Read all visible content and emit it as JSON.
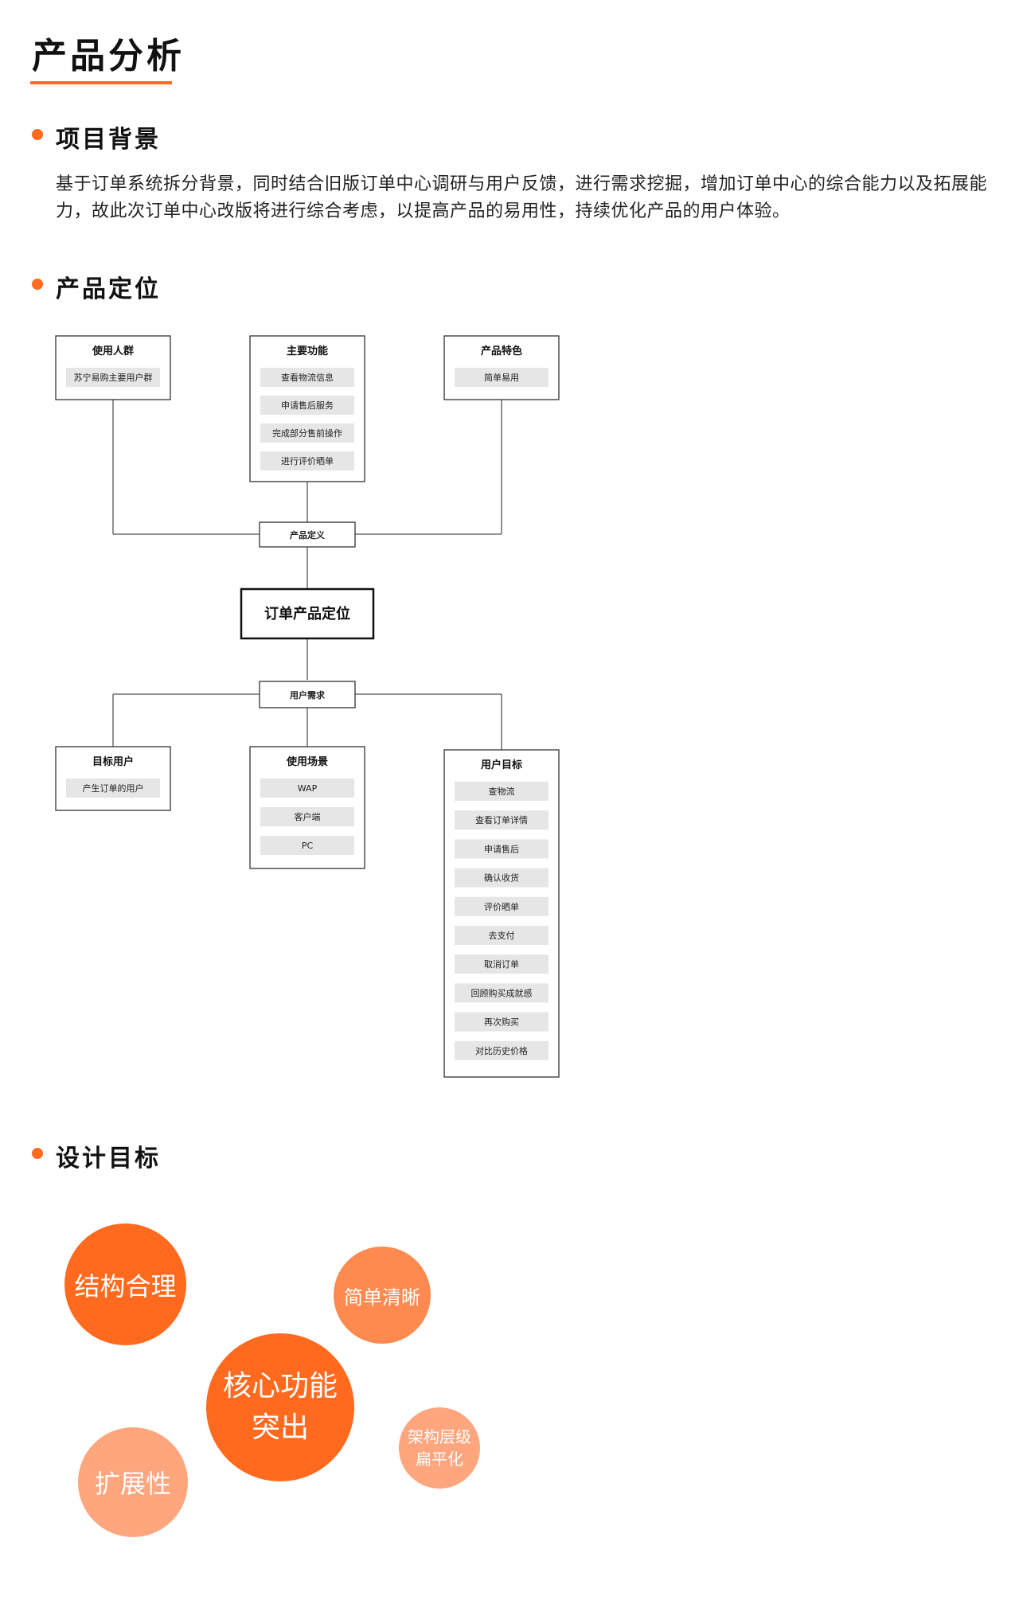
{
  "page_title": "产品分析",
  "sections": {
    "background": {
      "title": "项目背景",
      "text": "基于订单系统拆分背景，同时结合旧版订单中心调研与用户反馈，进行需求挖掘，增加订单中心的综合能力以及拓展能力，故此次订单中心改版将进行综合考虑，以提高产品的易用性，持续优化产品的用户体验。"
    },
    "positioning": {
      "title": "产品定位",
      "diagram": {
        "top_nodes": [
          {
            "title": "使用人群",
            "items": [
              "苏宁易购主要用户群"
            ]
          },
          {
            "title": "主要功能",
            "items": [
              "查看物流信息",
              "申请售后服务",
              "完成部分售前操作",
              "进行评价晒单"
            ]
          },
          {
            "title": "产品特色",
            "items": [
              "简单易用"
            ]
          }
        ],
        "definition_label": "产品定义",
        "center_label": "订单产品定位",
        "needs_label": "用户需求",
        "bottom_nodes": [
          {
            "title": "目标用户",
            "items": [
              "产生订单的用户"
            ]
          },
          {
            "title": "使用场景",
            "items": [
              "WAP",
              "客户端",
              "PC"
            ]
          },
          {
            "title": "用户目标",
            "items": [
              "查物流",
              "查看订单详情",
              "申请售后",
              "确认收货",
              "评价晒单",
              "去支付",
              "取消订单",
              "回顾购买成就感",
              "再次购买",
              "对比历史价格"
            ]
          }
        ]
      }
    },
    "design_goals": {
      "title": "设计目标",
      "goals": [
        {
          "line1": "结构合理",
          "line2": ""
        },
        {
          "line1": "简单清晰",
          "line2": ""
        },
        {
          "line1": "核心功能",
          "line2": "突出"
        },
        {
          "line1": "架构层级",
          "line2": "扁平化"
        },
        {
          "line1": "扩展性",
          "line2": ""
        }
      ]
    }
  },
  "colors": {
    "accent": "#ff6a1e",
    "circle_dark": "#ff6a1e",
    "circle_medium": "#ff8a50",
    "circle_light": "#ffa67e",
    "item_fill": "#e6e6e6",
    "line": "#555555"
  }
}
